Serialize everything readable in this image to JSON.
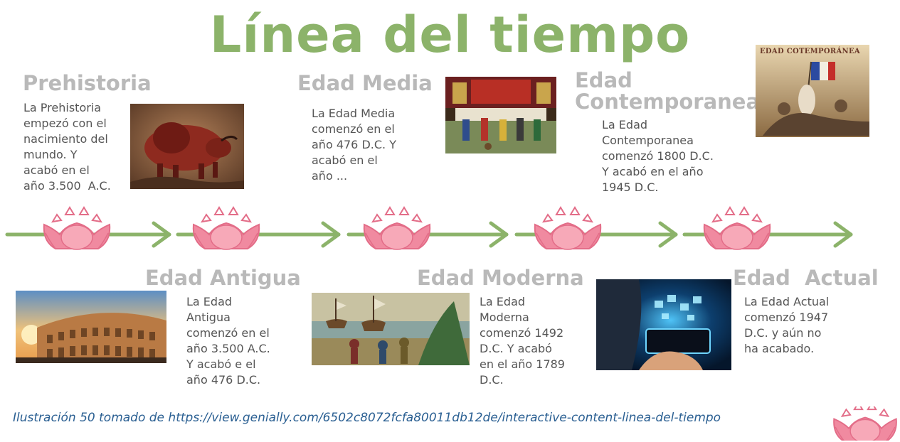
{
  "title": "Línea del tiempo",
  "colors": {
    "green": "#8cb36a",
    "era": "#b9b9b9",
    "text": "#555555",
    "lotus": "#f08aa0",
    "lotus_dark": "#e36d88",
    "caption": "#2a5f92"
  },
  "eras": [
    {
      "name": "Prehistoria",
      "lines": [
        "La Prehistoria",
        "empezó con el",
        "nacimiento del",
        "mundo. Y",
        "acabó en el",
        "año 3.500  A.C."
      ]
    },
    {
      "name": "Edad Antigua",
      "lines": [
        "La Edad",
        "Antigua",
        "comenzó en el",
        "año 3.500 A.C.",
        "Y acabó e el",
        "año 476 D.C."
      ]
    },
    {
      "name": "Edad Media",
      "lines": [
        "La Edad Media",
        "comenzó en el",
        "año 476 D.C. Y",
        "acabó en el",
        "año ..."
      ]
    },
    {
      "name": "Edad Moderna",
      "lines": [
        "La Edad",
        "Moderna",
        "comenzó 1492",
        "D.C. Y acabó",
        "en el año 1789",
        "D.C."
      ]
    },
    {
      "name_lines": [
        "Edad",
        "Contemporanea"
      ],
      "lines": [
        "La Edad",
        "Contemporanea",
        "comenzó 1800 D.C.",
        "Y acabó en el año",
        "1945 D.C."
      ]
    },
    {
      "name": "Edad  Actual",
      "lines": [
        "La Edad Actual",
        "comenzó 1947",
        "D.C. y aún no",
        "ha acabado."
      ]
    }
  ],
  "images": {
    "cave": "cave-painting-bison-image",
    "colosseum": "colosseum-image",
    "medieval": "medieval-feast-image",
    "ships": "explorers-ships-image",
    "tech": "technology-hand-image",
    "revolution": "revolution-painting-image",
    "revolution_banner": "EDAD COTEMPORÁNEA"
  },
  "caption": "Ilustración 50 tomado de https://view.genially.com/6502c8072fcfa80011db12de/interactive-content-linea-del-tiempo"
}
